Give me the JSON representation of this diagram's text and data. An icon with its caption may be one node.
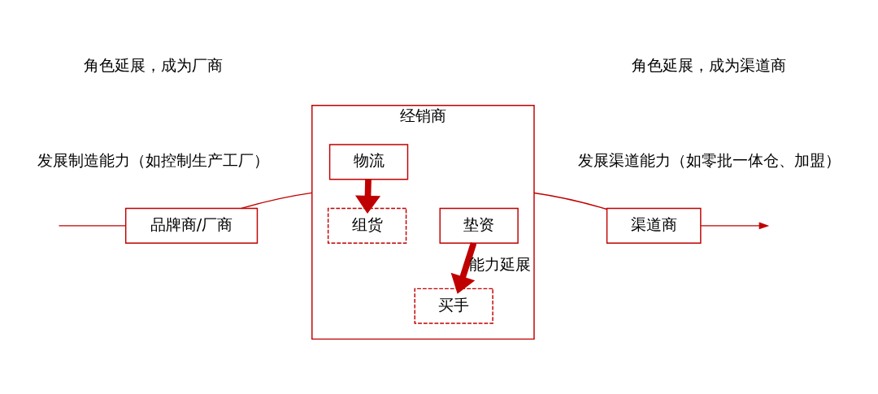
{
  "diagram": {
    "nodes": [
      {
        "text": [
          "品牌商/厂商"
        ]
      },
      {
        "text": [
          "经销商"
        ]
      },
      {
        "text": [
          "垫资"
        ],
        "in": 1
      },
      {
        "text": [
          "物流"
        ],
        "in": 1
      },
      {
        "text": [
          "买手"
        ],
        "in": 1
      },
      {
        "text": [
          "组货"
        ],
        "in": 1
      },
      {
        "text": [
          "渠道商"
        ]
      }
    ],
    "edges": [
      {
        "from": null,
        "to": 0,
        "arrow": "none"
      },
      {
        "from": 0,
        "to": 1,
        "arrow": "none"
      },
      {
        "from": 2,
        "to": 4,
        "arrow": "to",
        "label": "能力延展",
        "style": "thick"
      },
      {
        "from": 3,
        "to": 5,
        "arrow": "to",
        "style": "thick"
      },
      {
        "from": 1,
        "to": 6,
        "arrow": "none"
      },
      {
        "from": 6,
        "to": null,
        "arrow": "to"
      }
    ],
    "labels": [
      "角色延展，成为厂商",
      "发展制造能力（如控制生产工厂）",
      "角色延展，成为渠道商",
      "发展渠道能力（如零批一体仓、加盟）"
    ]
  }
}
